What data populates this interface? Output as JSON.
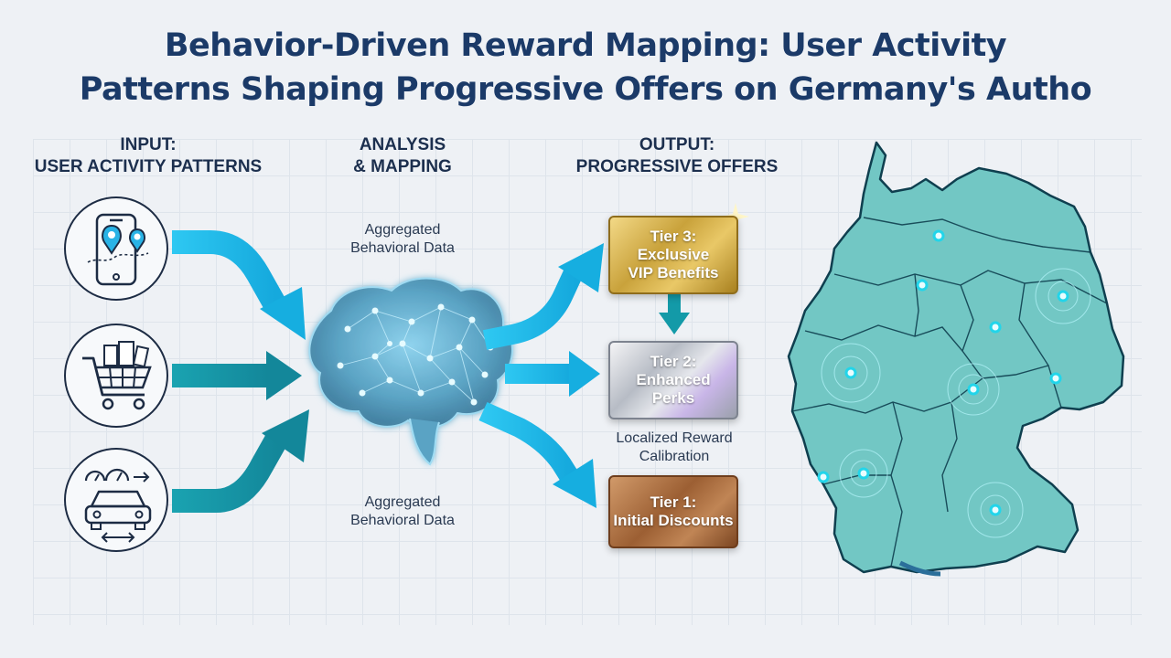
{
  "title": {
    "line1": "Behavior-Driven Reward Mapping: User Activity",
    "line2": "Patterns Shaping Progressive Offers on Germany's Autho"
  },
  "columns": {
    "input": {
      "line1": "INPUT:",
      "line2": "USER ACTIVITY PATTERNS"
    },
    "analysis": {
      "line1": "ANALYSIS",
      "line2": "& MAPPING"
    },
    "output": {
      "line1": "OUTPUT:",
      "line2": "PROGRESSIVE OFFERS"
    }
  },
  "inputs": [
    {
      "icon": "phone-map-pins-icon"
    },
    {
      "icon": "shopping-cart-icon"
    },
    {
      "icon": "car-dashboard-icon"
    }
  ],
  "labels": {
    "aggregated_top": {
      "line1": "Aggregated",
      "line2": "Behavioral Data"
    },
    "aggregated_bottom": {
      "line1": "Aggregated",
      "line2": "Behavioral Data"
    },
    "calibration": {
      "line1": "Localized Reward",
      "line2": "Calibration"
    }
  },
  "tiers": [
    {
      "label": "Tier 3:\nExclusive\nVIP Benefits",
      "color": "#c9a23b"
    },
    {
      "label": "Tier 2:\nEnhanced\nPerks",
      "color": "#b7bcc5"
    },
    {
      "label": "Tier 1:\nInitial Discounts",
      "color": "#9c5f33"
    }
  ],
  "colors": {
    "arrow_light": "#29c6f0",
    "arrow_dark": "#1a9aaa",
    "brain": "#4d8fb0",
    "map_fill": "#72c7c4",
    "map_border": "#0f3f4f",
    "title": "#1b3a68"
  }
}
